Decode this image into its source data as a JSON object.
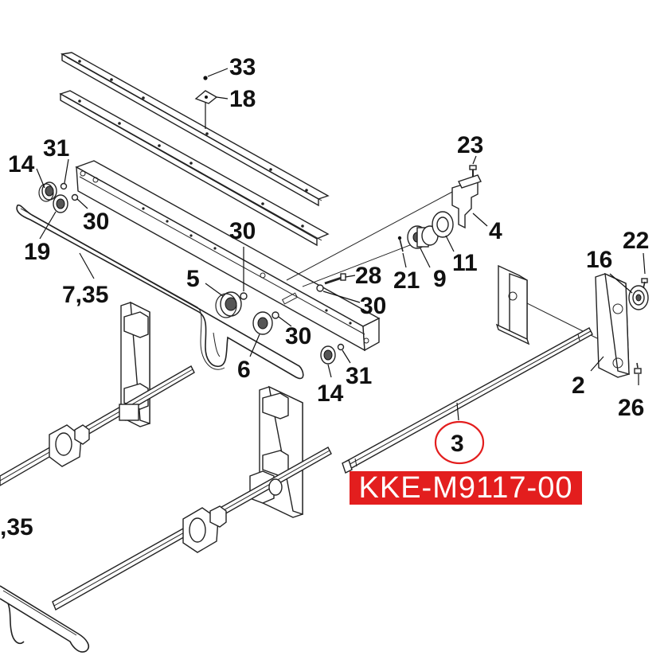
{
  "diagram": {
    "part_code": "KKE-M9117-00",
    "highlight_color": "#e31e1e",
    "callouts": {
      "c33": "33",
      "c18": "18",
      "c31a": "31",
      "c14a": "14",
      "c30a": "30",
      "c19": "19",
      "c735a": "7,35",
      "c30b": "30",
      "c5": "5",
      "c28": "28",
      "c30c": "30",
      "c30d": "30",
      "c6": "6",
      "c14b": "14",
      "c31b": "31",
      "c23": "23",
      "c4": "4",
      "c21": "21",
      "c9": "9",
      "c11": "11",
      "c22": "22",
      "c16": "16",
      "c2": "2",
      "c26": "26",
      "c3": "3",
      "c35b": ",35"
    }
  }
}
